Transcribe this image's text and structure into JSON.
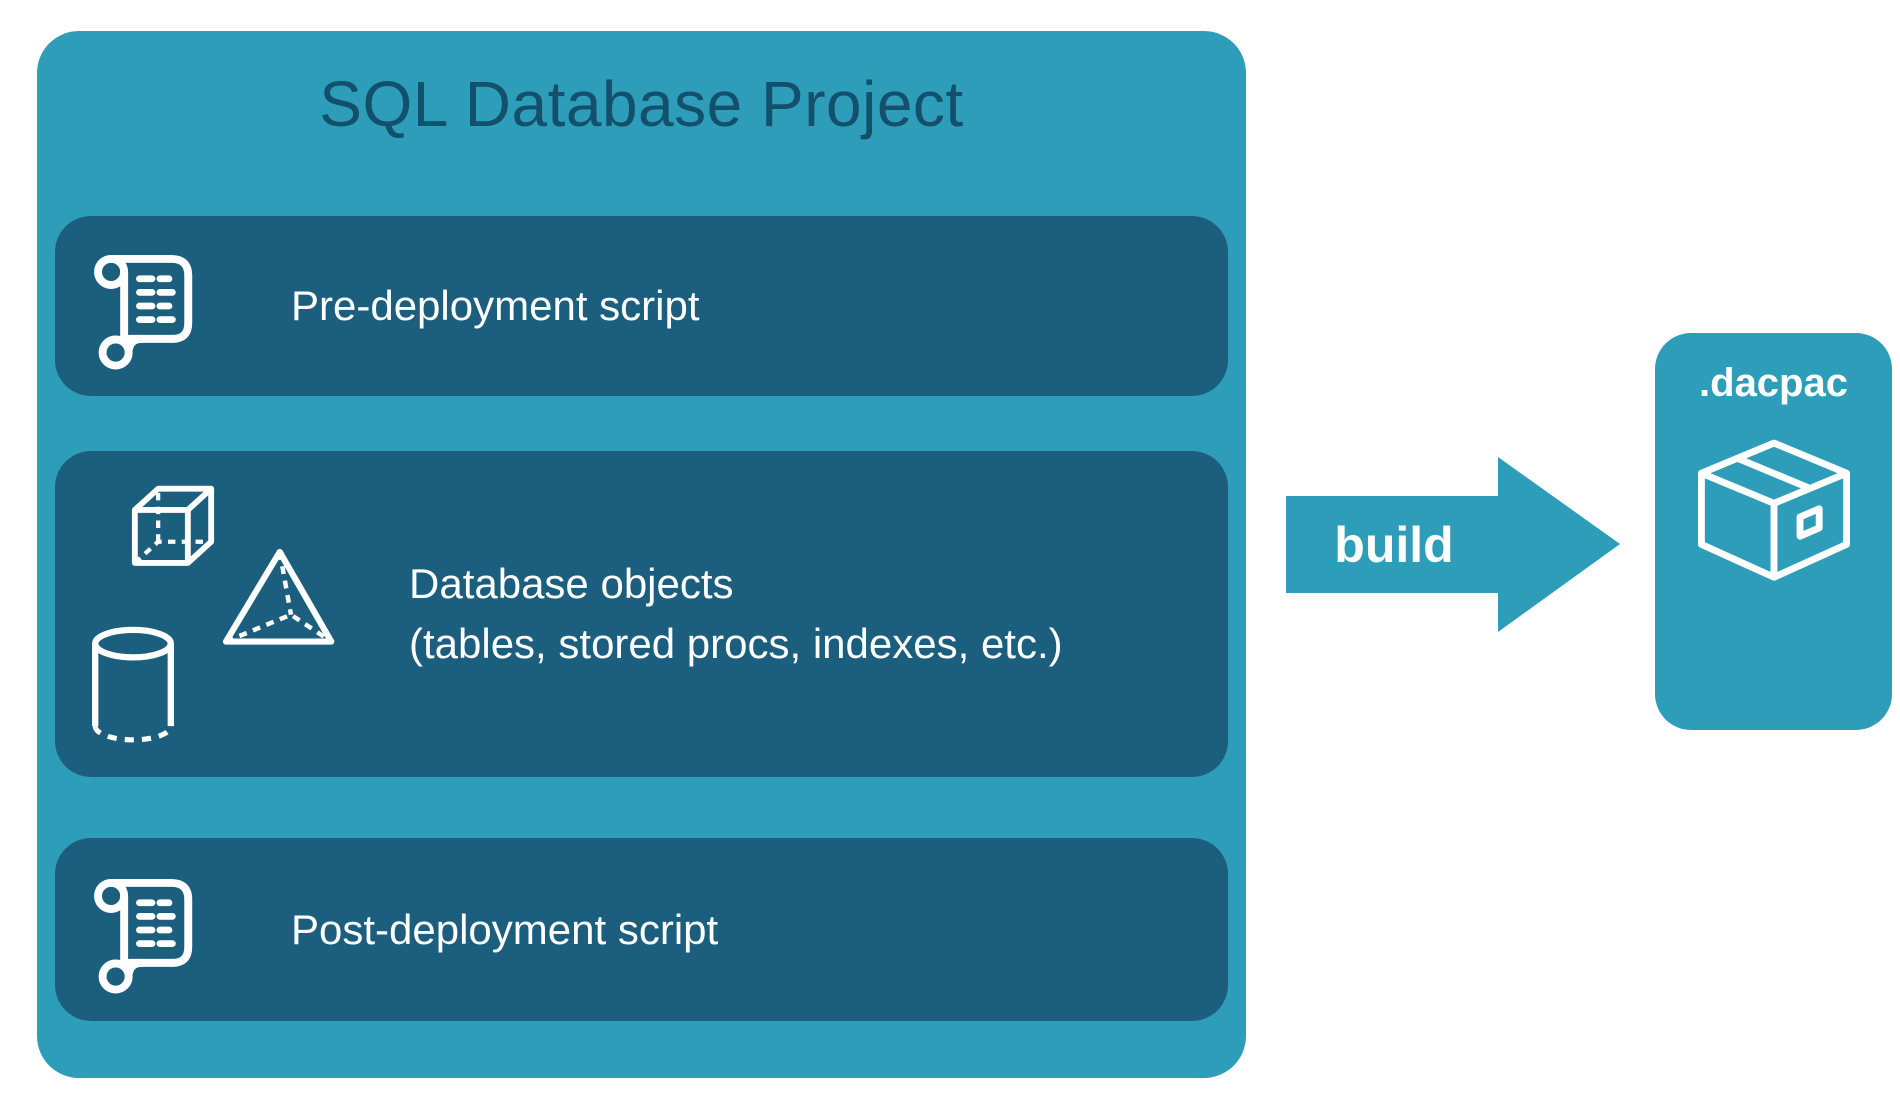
{
  "diagram": {
    "title": "SQL Database Project",
    "rows": [
      {
        "icons": [
          "scroll-icon"
        ],
        "line1": "Pre-deployment script"
      },
      {
        "icons": [
          "cube-icon",
          "pyramid-icon",
          "cylinder-icon"
        ],
        "line1": "Database objects",
        "line2": "(tables, stored procs, indexes, etc.)"
      },
      {
        "icons": [
          "scroll-icon"
        ],
        "line1": "Post-deployment script"
      }
    ],
    "arrow": {
      "label": "build",
      "direction": "right"
    },
    "output": {
      "label": ".dacpac",
      "icon": "package-icon"
    },
    "colors": {
      "container_teal": "#2E9DB9",
      "row_dark_teal": "#1B5E7D",
      "title_text": "#12506C",
      "text_on_dark": "#FFFFFF",
      "canvas_background": "#FFFFFF"
    }
  }
}
